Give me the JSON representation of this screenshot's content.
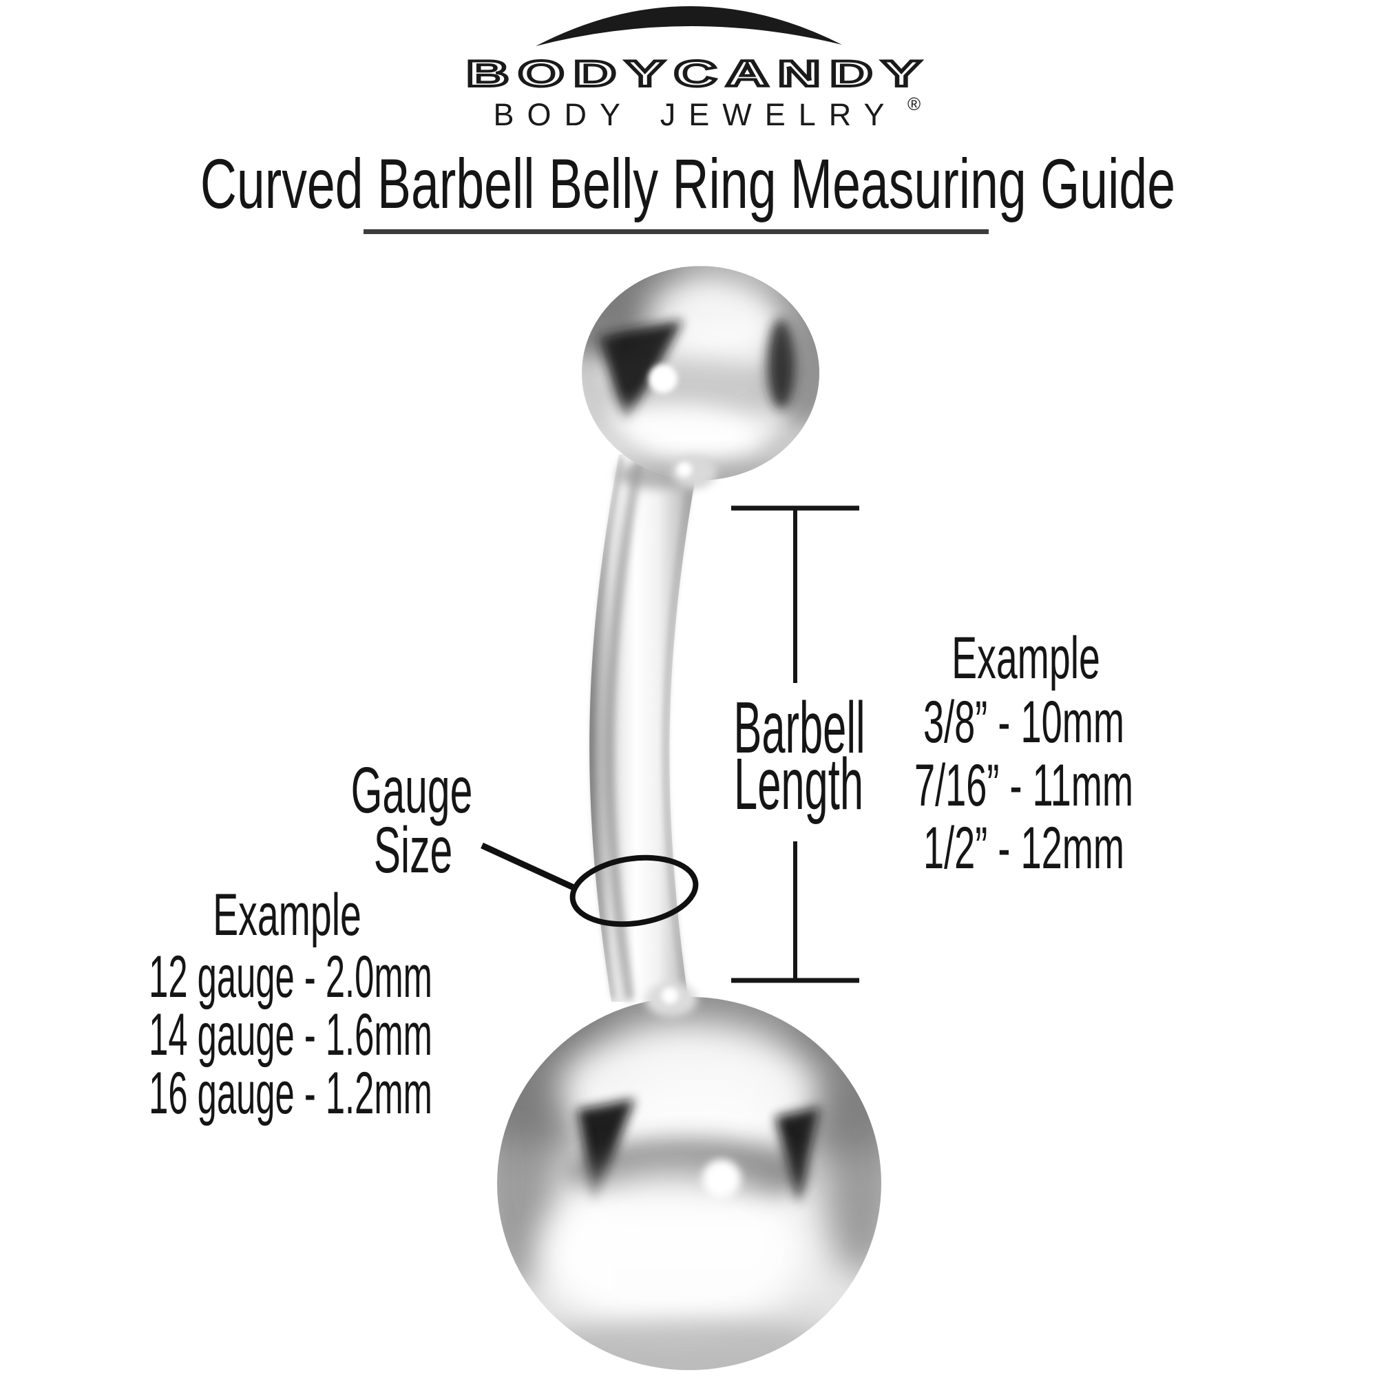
{
  "logo": {
    "brand": "BODYCANDY",
    "tagline": "BODY JEWELRY",
    "registered": "®"
  },
  "title": "Curved Barbell Belly Ring Measuring Guide",
  "labels": {
    "barbell_length_line1": "Barbell",
    "barbell_length_line2": "Length",
    "gauge_line1": "Gauge",
    "gauge_line2": "Size"
  },
  "length_example": {
    "heading": "Example",
    "sizes": [
      "3/8” - 10mm",
      "7/16” - 11mm",
      "1/2” - 12mm"
    ]
  },
  "gauge_example": {
    "heading": "Example",
    "sizes": [
      "12 gauge - 2.0mm",
      "14 gauge - 1.6mm",
      "16 gauge - 1.2mm"
    ]
  },
  "colors": {
    "ink": "#151515",
    "underline": "#3c3c3c"
  }
}
